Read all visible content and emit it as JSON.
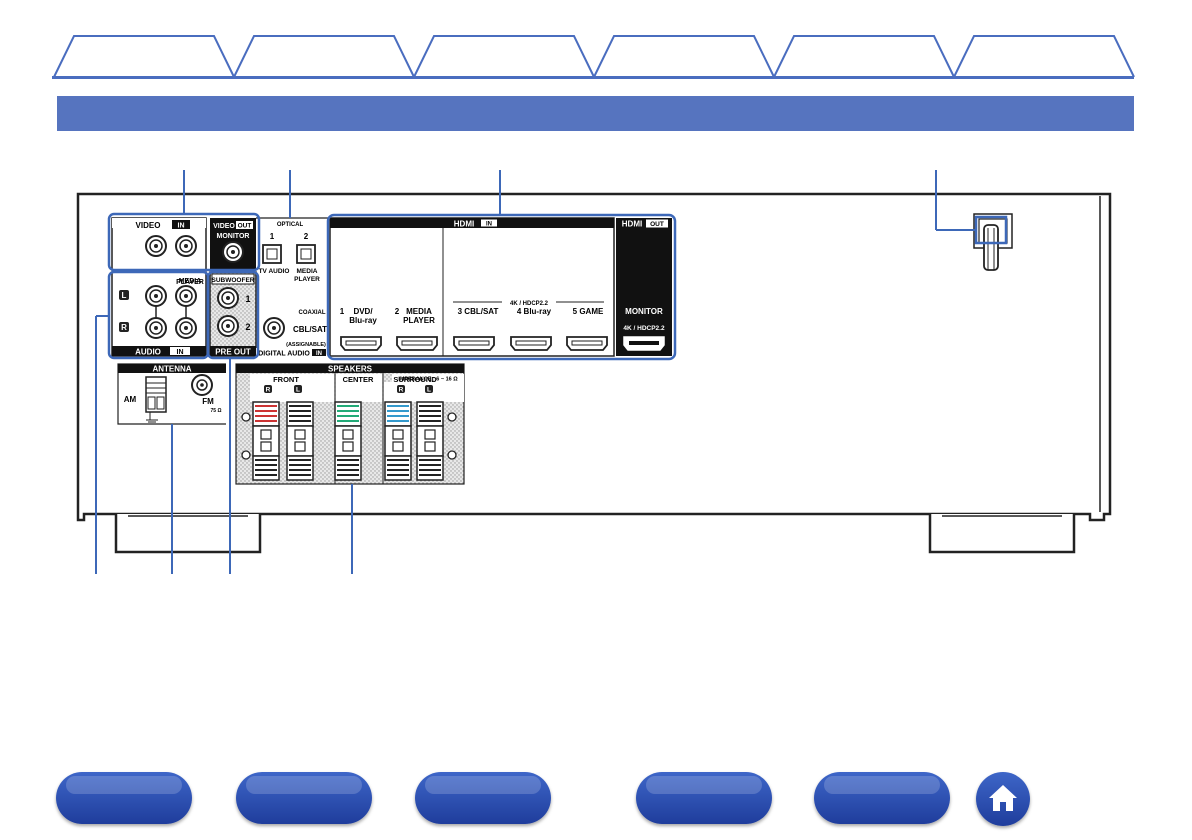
{
  "panel": {
    "video_in": "VIDEO",
    "video_in_badge": "IN",
    "video_out": "VIDEO",
    "video_out_badge": "OUT",
    "monitor": "MONITOR",
    "optical": "OPTICAL",
    "opt1_num": "1",
    "opt2_num": "2",
    "tv_audio": "TV AUDIO",
    "media": "MEDIA",
    "player": "PLAYER",
    "coaxial": "COAXIAL",
    "cbl_sat": "CBL/SAT",
    "assignable": "(ASSIGNABLE)",
    "digital_audio": "DIGITAL AUDIO",
    "digital_audio_badge": "IN",
    "audio_l": "L",
    "audio_r": "R",
    "audio_in": "AUDIO",
    "audio_in_badge": "IN",
    "subwoofer": "SUBWOOFER",
    "sub1": "1",
    "sub2": "2",
    "pre_out": "PRE OUT",
    "hdmi_in": "HDMI",
    "hdmi_in_badge": "IN",
    "hdmi_out": "HDMI",
    "hdmi_out_badge": "OUT",
    "hdmi1_num": "1",
    "hdmi1_a": "DVD/",
    "hdmi1_b": "Blu-ray",
    "hdmi2_num": "2",
    "hdmi2_a": "MEDIA",
    "hdmi2_b": "PLAYER",
    "hdmi3": "3  CBL/SAT",
    "hdmi4": "4  Blu-ray",
    "hdmi5": "5  GAME",
    "hdcp_in": "4K / HDCP2.2",
    "hdmi_monitor": "MONITOR",
    "hdcp_out": "4K / HDCP2.2",
    "antenna": "ANTENNA",
    "am": "AM",
    "fm": "FM",
    "fm_ohm": "75 Ω",
    "speakers": "SPEAKERS",
    "impedance": "IMPEDANCE : 6 ~ 16 Ω",
    "front": "FRONT",
    "center": "CENTER",
    "surround": "SURROUND",
    "sp_r": "R",
    "sp_l": "L",
    "sp_r2": "R",
    "sp_l2": "L"
  },
  "colors": {
    "accent": "#4a6dbf",
    "section_bar": "#5674bf",
    "callout": "#3d68b8",
    "button": "#2a4fb0"
  }
}
